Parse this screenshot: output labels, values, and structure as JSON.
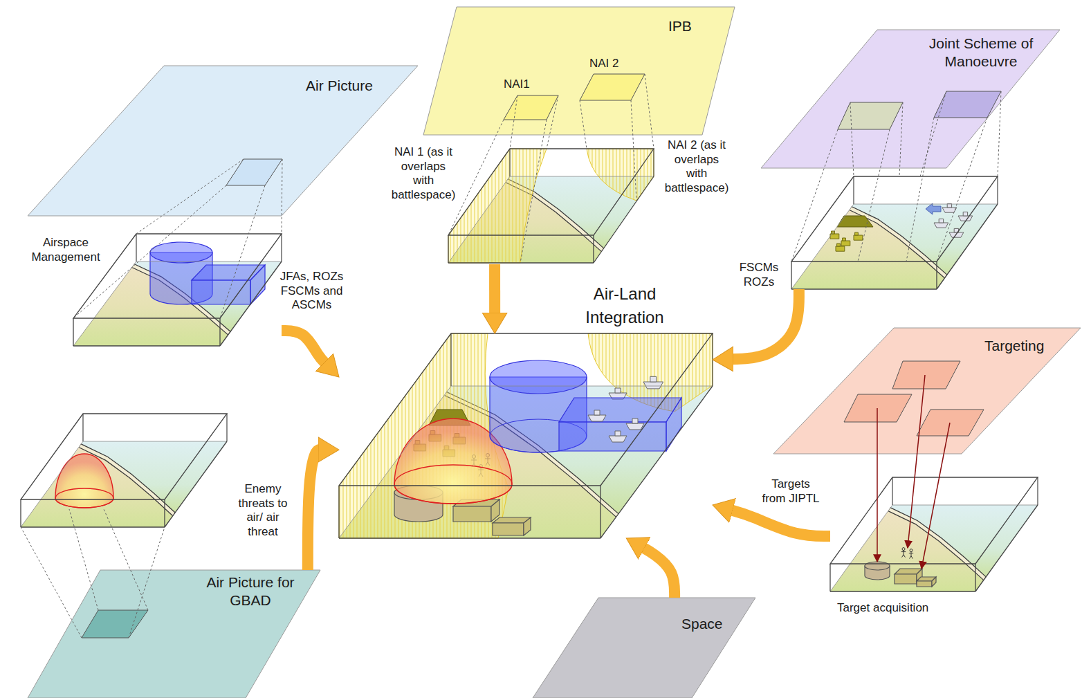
{
  "diagram": {
    "nodes": [
      {
        "text": [
          "Air Picture"
        ]
      },
      {
        "text": [
          "Airspace Management"
        ]
      },
      {
        "text": [
          "IPB"
        ]
      },
      {
        "text": [
          "Joint Scheme of Manoeuvre"
        ]
      },
      {
        "text": [
          "Air-Land Integration"
        ]
      },
      {
        "text": [
          "Targeting"
        ]
      },
      {
        "text": [
          "Target acquisition"
        ]
      },
      {
        "text": [
          "Air Picture for GBAD"
        ]
      },
      {
        "text": [
          "Space"
        ]
      }
    ],
    "edges": [
      {
        "from": 1,
        "to": 4,
        "arrow": "to",
        "label": "JFAs, ROZs FSCMs and ASCMs"
      },
      {
        "from": 2,
        "to": 4,
        "arrow": "to"
      },
      {
        "from": 3,
        "to": 4,
        "arrow": "to",
        "label": "FSCMs ROZs"
      },
      {
        "from": 6,
        "to": 4,
        "arrow": "to",
        "label": "Targets from JIPTL"
      },
      {
        "from": 7,
        "to": 4,
        "arrow": "to",
        "label": "Enemy threats to air/ air threat"
      },
      {
        "from": 8,
        "to": 4,
        "arrow": "to"
      }
    ],
    "labels": [
      "NAI1",
      "NAI 2",
      "NAI 1 (as it overlaps with battlespace)",
      "NAI 2 (as it overlaps with battlespace)"
    ]
  }
}
